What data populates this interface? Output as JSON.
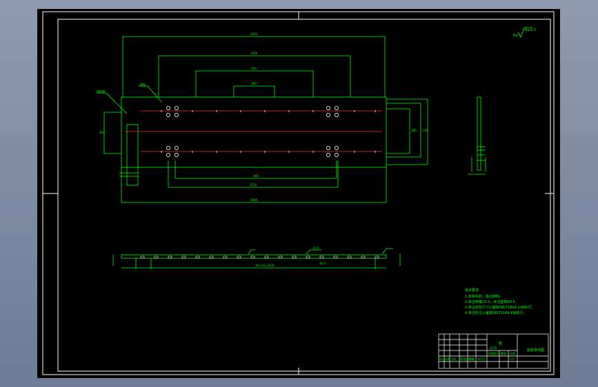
{
  "colors": {
    "background": "#000000",
    "frame": "#ffffff",
    "geometry": "#00ff00",
    "centerline": "#ff3030",
    "text": "#00ff00"
  },
  "roughness": "Ra 6.3",
  "plan_view": {
    "dimensions": [
      "2050",
      "1450",
      "940",
      "360",
      "800",
      "1120",
      "1940",
      "380",
      "250",
      "400"
    ],
    "labels": {
      "left": "进料端",
      "top": "底板"
    }
  },
  "section_view": {
    "labels": {
      "spacing": "64×30=1920",
      "chamfer": "C0.5",
      "detail": "R0.5"
    }
  },
  "technical_requirements": {
    "title": "技术要求",
    "items": [
      "1.去除毛刺，锐边倒钝。",
      "2.未注倒角C0.5，未注圆角R0.5。",
      "3.未注线性尺寸公差按GB/T1804-m级执行。",
      "4.未注形位公差按GB/T1184-K级执行。"
    ]
  },
  "title_block": {
    "part_name": "底",
    "drawing_name": "底板零件图",
    "material": "Q235",
    "row_labels": [
      "标记",
      "处数",
      "分区",
      "更改文件号",
      "签名",
      "年月日"
    ],
    "stage_labels": [
      "阶段标记",
      "重量",
      "比例"
    ],
    "scale": "1:5"
  }
}
